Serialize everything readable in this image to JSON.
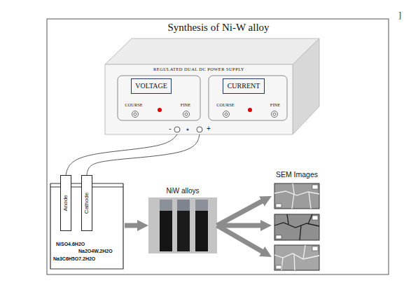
{
  "diagram": {
    "title": "Synthesis of Ni-W alloy",
    "nodes": [
      {
        "text": [
          "REGULATED DUAL DC POWER SUPPLY"
        ]
      },
      {
        "text": [
          "VOLTAGE"
        ],
        "in": 0
      },
      {
        "text": [
          "CURRENT"
        ],
        "in": 0
      },
      {
        "text": [
          "NiSO4.6H2O",
          "Na2O4W.2H2O",
          "Na3C6H5O7.2H2O"
        ]
      },
      {
        "text": [
          "Anode"
        ],
        "in": 3
      },
      {
        "text": [
          "Cathode"
        ],
        "in": 3
      },
      {
        "text": [
          "NiW alloys"
        ]
      },
      {
        "text": [
          "SEM Images"
        ]
      }
    ],
    "edges": [
      {
        "from": 0,
        "to": 4,
        "arrow": "none"
      },
      {
        "from": 0,
        "to": 5,
        "arrow": "none"
      },
      {
        "from": 3,
        "to": 6,
        "arrow": "to"
      },
      {
        "from": 6,
        "to": 7,
        "arrow": "to"
      },
      {
        "from": 6,
        "to": 7,
        "arrow": "to"
      },
      {
        "from": 6,
        "to": 7,
        "arrow": "to"
      }
    ],
    "labels": [
      "COURSE",
      "FINE",
      "COURSE",
      "FINE",
      "-",
      "+",
      "]"
    ]
  }
}
